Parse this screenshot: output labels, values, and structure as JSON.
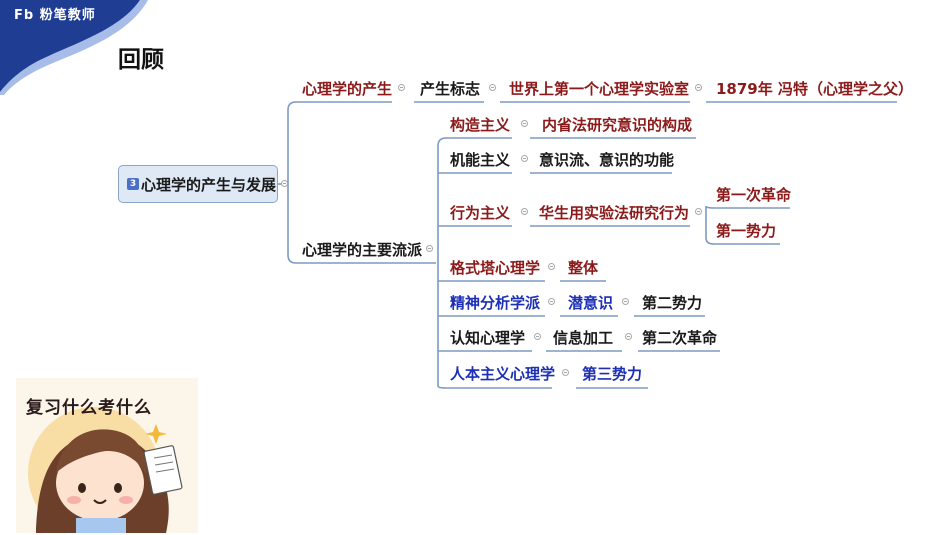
{
  "brand": {
    "logo_text": "Fb 粉笔教师"
  },
  "title": "回顾",
  "mindmap": {
    "root": {
      "badge": "3",
      "label": "心理学的产生与发展"
    },
    "branch1": {
      "label": "心理学的产生",
      "c1": "产生标志",
      "c2": "世界上第一个心理学实验室",
      "c3": "1879年 冯特（心理学之父）"
    },
    "branch2": {
      "label": "心理学的主要流派",
      "schools": [
        {
          "name": "构造主义",
          "detail": "内省法研究意识的构成"
        },
        {
          "name": "机能主义",
          "detail": "意识流、意识的功能"
        },
        {
          "name": "行为主义",
          "detail": "华生用实验法研究行为",
          "extra1": "第一次革命",
          "extra2": "第一势力"
        },
        {
          "name": "格式塔心理学",
          "detail": "整体"
        },
        {
          "name": "精神分析学派",
          "detail": "潜意识",
          "extra": "第二势力"
        },
        {
          "name": "认知心理学",
          "detail": "信息加工",
          "extra": "第二次革命"
        },
        {
          "name": "人本主义心理学",
          "detail": "第三势力"
        }
      ]
    }
  },
  "sticker": {
    "text": "复习什么考什么"
  },
  "colors": {
    "red": "#8b1a1a",
    "blue": "#1c2fb5",
    "black": "#1a1a1a",
    "line": "#8aa6c9"
  }
}
